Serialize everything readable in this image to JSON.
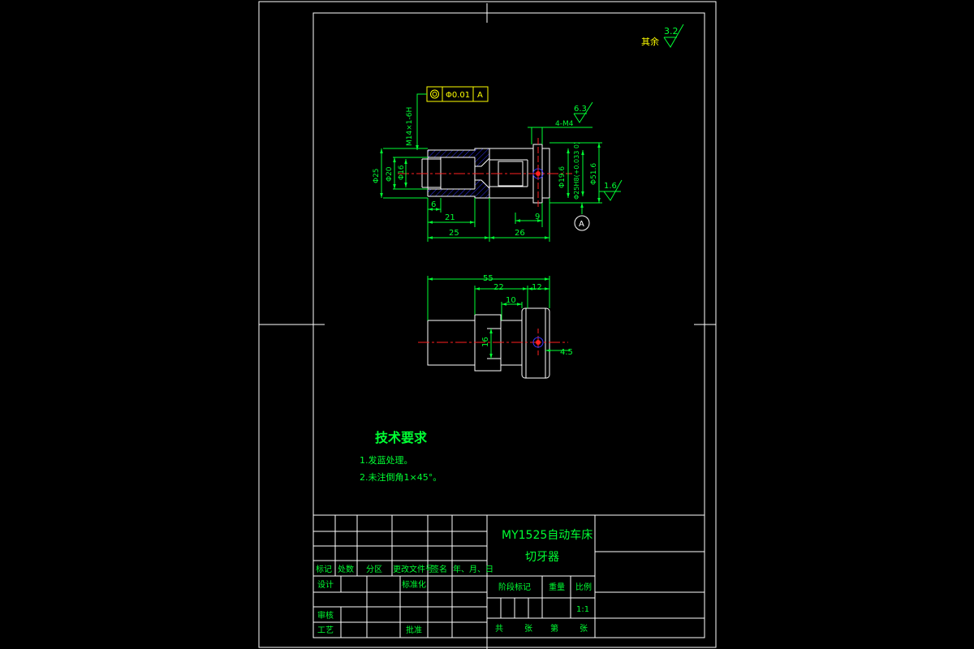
{
  "surface_finish": {
    "other_label": "其余",
    "other_value": "3.2",
    "v63": "6.3",
    "v16": "1.6"
  },
  "gdt_frame": {
    "symbol": "concentricity-icon",
    "tolerance": "Φ0.01",
    "datum": "A"
  },
  "datum_label": "A",
  "dims_top": {
    "thread": "M14×1-6H",
    "d25": "Φ25",
    "d20": "Φ20",
    "d16": "Φ16",
    "len6": "6",
    "len21": "21",
    "len25": "25",
    "len26": "26",
    "len9": "9",
    "holes": "4-M4",
    "d196": "Φ19.6",
    "d25h8": "Φ25H8(+0.033 0)",
    "d516": "Φ51.6"
  },
  "dims_bottom": {
    "len55": "55",
    "len22": "22",
    "len12": "12",
    "len10": "10",
    "w16": "16",
    "w45": "4.5"
  },
  "tech_req": {
    "title": "技术要求",
    "items": [
      "1.发蓝处理。",
      "2.未注倒角1×45°。"
    ]
  },
  "title_block": {
    "title_line1": "MY1525自动车床",
    "title_line2": "切牙器",
    "headers": {
      "mark": "标记",
      "count": "处数",
      "zone": "分区",
      "doc": "更改文件号",
      "sign": "签名",
      "date": "年、月、日"
    },
    "design": "设计",
    "standard": "标准化",
    "review": "审核",
    "process": "工艺",
    "approve": "批准",
    "stage_mark": "阶段标记",
    "weight": "重量",
    "scale": "比例",
    "scale_value": "1:1",
    "sheet_total": "共",
    "sheet_unit1": "张",
    "sheet_no": "第",
    "sheet_unit2": "张"
  },
  "colors": {
    "outline": "#ffffff",
    "dimension": "#00ff33",
    "centerline": "#ff2020",
    "hatch": "#3333ff",
    "text_title": "#00ff33"
  }
}
